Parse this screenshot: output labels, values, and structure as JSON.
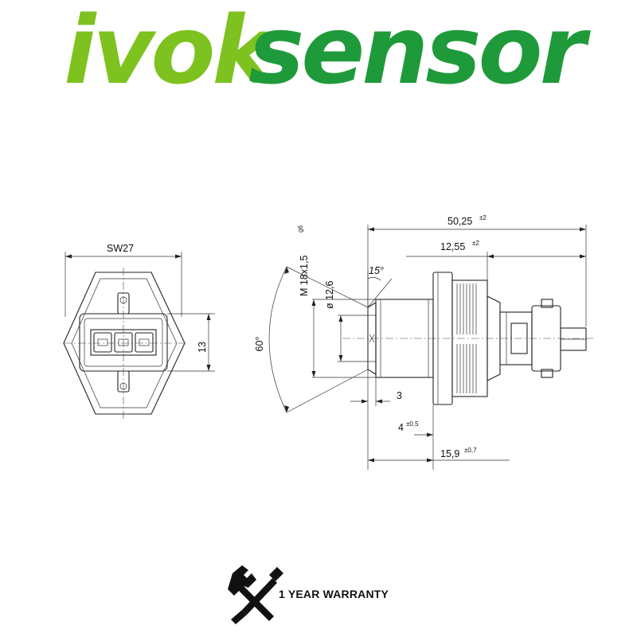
{
  "logo": {
    "part1": "ivok",
    "part2": "sensor",
    "color_part1": "#7dc21e",
    "color_part2": "#1f9a3a"
  },
  "drawing": {
    "hex_width_label": "SW27",
    "connector_height_label": "13",
    "thread_label_main": "M 18x1,5",
    "thread_label_tol": "g6",
    "diameter_label": "ø 12,6",
    "cone_angle_label": "15°",
    "seat_angle_label": "60°",
    "overall_length_main": "50,25",
    "overall_length_tol": "±2",
    "connector_length_main": "12,55",
    "connector_length_tol": "±2",
    "tip_length_label": "3",
    "thread_length_main": "4",
    "thread_length_tol": "±0,5",
    "flange_length_main": "15,9",
    "flange_length_tol": "±0,7"
  },
  "warranty": {
    "icon": "wrench-screwdriver-icon",
    "text": "1 YEAR WARRANTY"
  }
}
